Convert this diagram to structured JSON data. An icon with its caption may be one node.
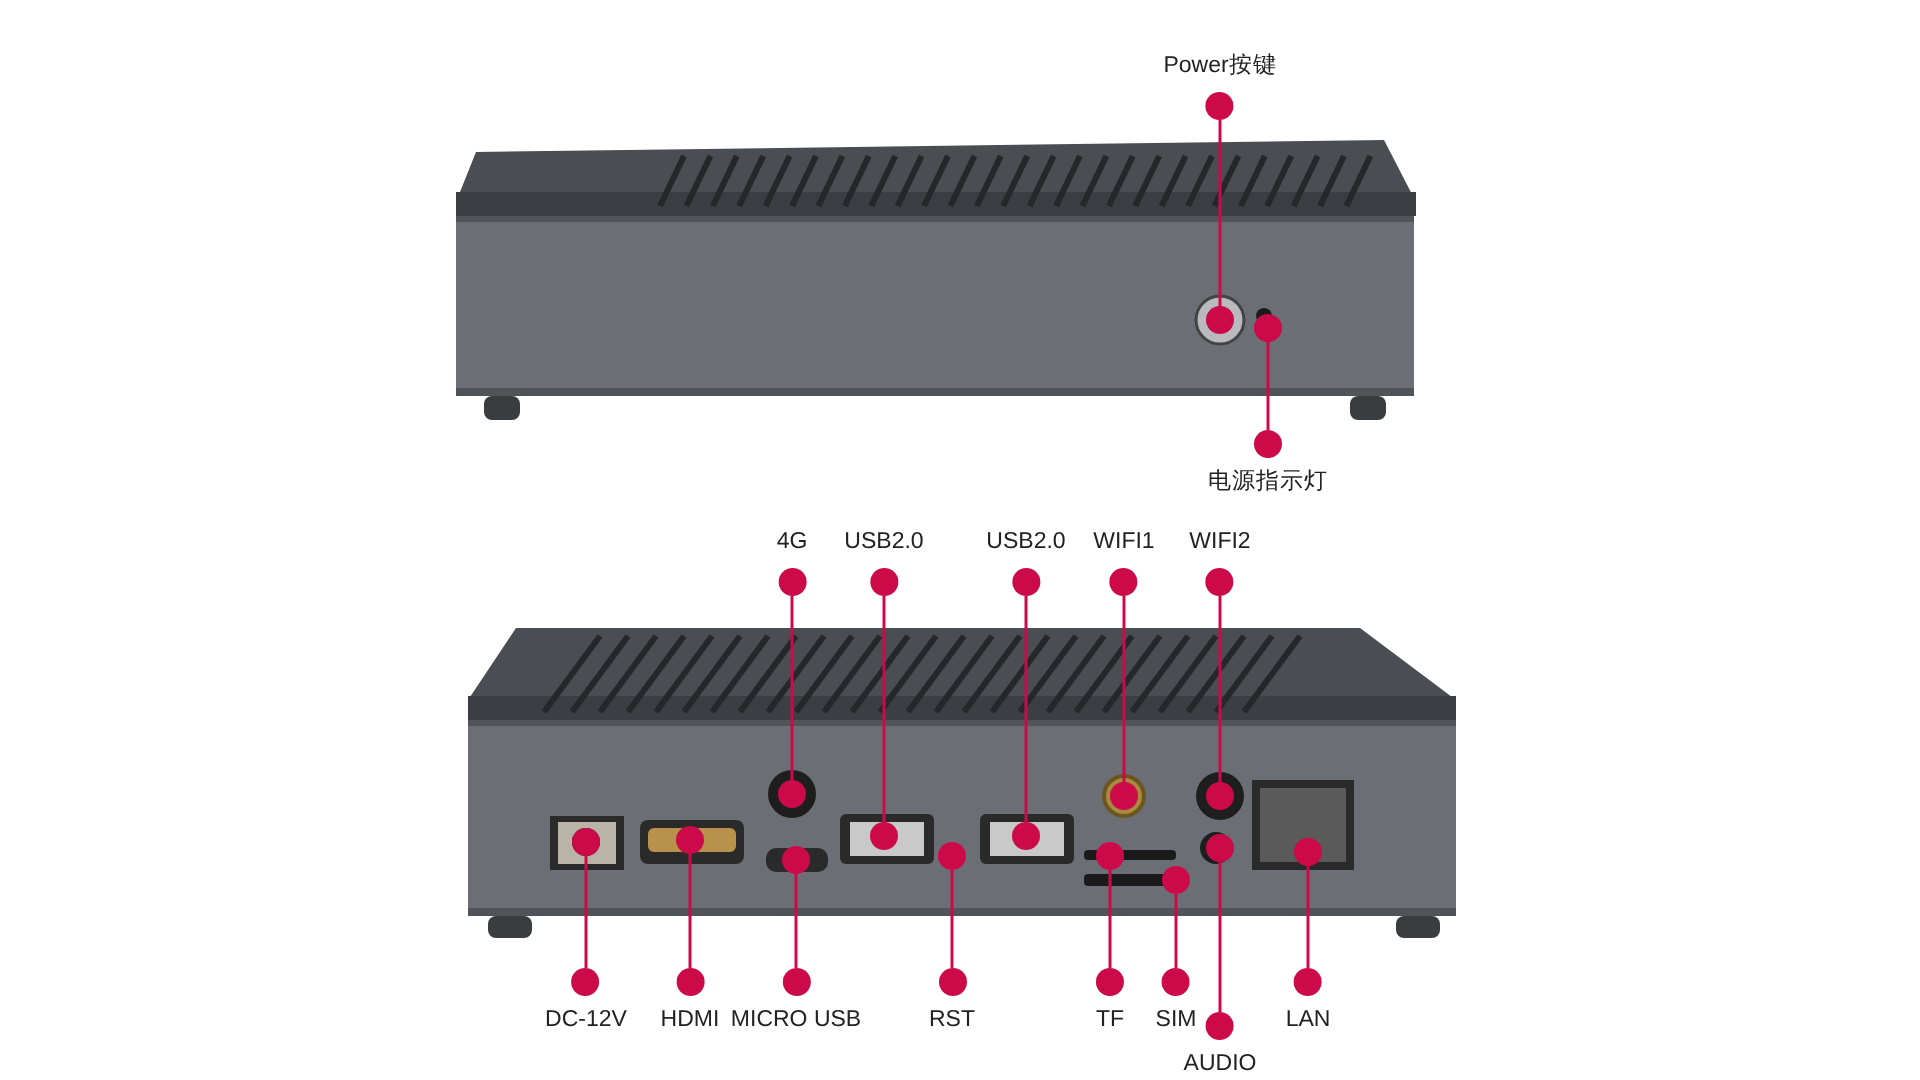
{
  "diagram": {
    "nodes": [
      {
        "text": [
          "Power按键"
        ]
      },
      {
        "text": [
          "电源指示灯"
        ]
      },
      {
        "text": [
          "4G"
        ]
      },
      {
        "text": [
          "USB2.0"
        ]
      },
      {
        "text": [
          "USB2.0"
        ]
      },
      {
        "text": [
          "WIFI1"
        ]
      },
      {
        "text": [
          "WIFI2"
        ]
      },
      {
        "text": [
          "DC-12V"
        ]
      },
      {
        "text": [
          "HDMI"
        ]
      },
      {
        "text": [
          "MICRO USB"
        ]
      },
      {
        "text": [
          "RST"
        ]
      },
      {
        "text": [
          "TF"
        ]
      },
      {
        "text": [
          "SIM"
        ]
      },
      {
        "text": [
          "AUDIO"
        ]
      },
      {
        "text": [
          "LAN"
        ]
      }
    ],
    "edges": [
      {
        "from": 0,
        "to": null,
        "arrow": "other"
      },
      {
        "from": 1,
        "to": null,
        "arrow": "other"
      },
      {
        "from": 2,
        "to": null,
        "arrow": "other"
      },
      {
        "from": 3,
        "to": null,
        "arrow": "other"
      },
      {
        "from": 4,
        "to": null,
        "arrow": "other"
      },
      {
        "from": 5,
        "to": null,
        "arrow": "other"
      },
      {
        "from": 6,
        "to": null,
        "arrow": "other"
      },
      {
        "from": 7,
        "to": null,
        "arrow": "other"
      },
      {
        "from": 8,
        "to": null,
        "arrow": "other"
      },
      {
        "from": 9,
        "to": null,
        "arrow": "other"
      },
      {
        "from": 10,
        "to": null,
        "arrow": "other"
      },
      {
        "from": 11,
        "to": null,
        "arrow": "other"
      },
      {
        "from": 12,
        "to": null,
        "arrow": "other"
      },
      {
        "from": 13,
        "to": null,
        "arrow": "other"
      },
      {
        "from": 14,
        "to": null,
        "arrow": "other"
      }
    ]
  }
}
